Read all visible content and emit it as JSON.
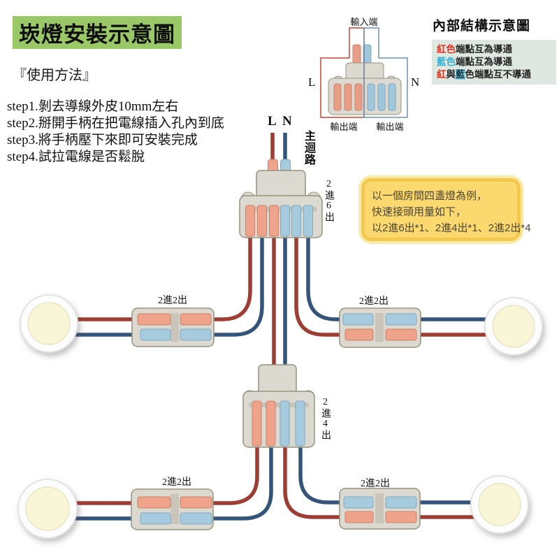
{
  "header": {
    "title": "崁燈安裝示意圖",
    "bg_color": "#9AC866"
  },
  "usage": {
    "heading": "『使用方法』",
    "steps": [
      "step1.剝去導線外皮10mm左右",
      "step2.掰開手柄在把電線插入孔內到底",
      "step3.將手柄壓下來即可安裝完成",
      "step4.試拉電線是否鬆脫"
    ]
  },
  "internal": {
    "title": "內部結構示意圖",
    "input_label": "輸入端",
    "out_left": "輸出端",
    "out_right": "輸出端",
    "l": "L",
    "n": "N",
    "legend": {
      "l1_red": "紅色",
      "l1_rest": "端點互為導通",
      "l2_blue": "藍色",
      "l2_rest": "端點互為導通",
      "l3_red": "紅",
      "l3_and": "與",
      "l3_blue": "藍",
      "l3_rest": "色端點互不導通"
    }
  },
  "circuit": {
    "l": "L",
    "n": "N",
    "main_label": "主迴路",
    "c2in6": "2進6出",
    "c2in4": "2進4出",
    "branches": [
      "2進2出",
      "2進2出",
      "2進2出",
      "2進2出"
    ]
  },
  "note": {
    "lines": [
      "以一個房間四盞燈為例，",
      "快速接頭用量如下，",
      "以2進6出*1、2進4出*1、2進2出*4"
    ]
  },
  "colors": {
    "wire_red": "#9E3D33",
    "wire_blue": "#35547A",
    "terminal_red": "#EFA38A",
    "terminal_blue": "#A6CBDE",
    "connector_body": "#DCD9D1",
    "note_bg": "#FBD96E",
    "note_border": "#F4C84F",
    "legend_bg": "#DFE8E0",
    "legend_red": "#E03222",
    "legend_blue": "#2FB3D6"
  }
}
